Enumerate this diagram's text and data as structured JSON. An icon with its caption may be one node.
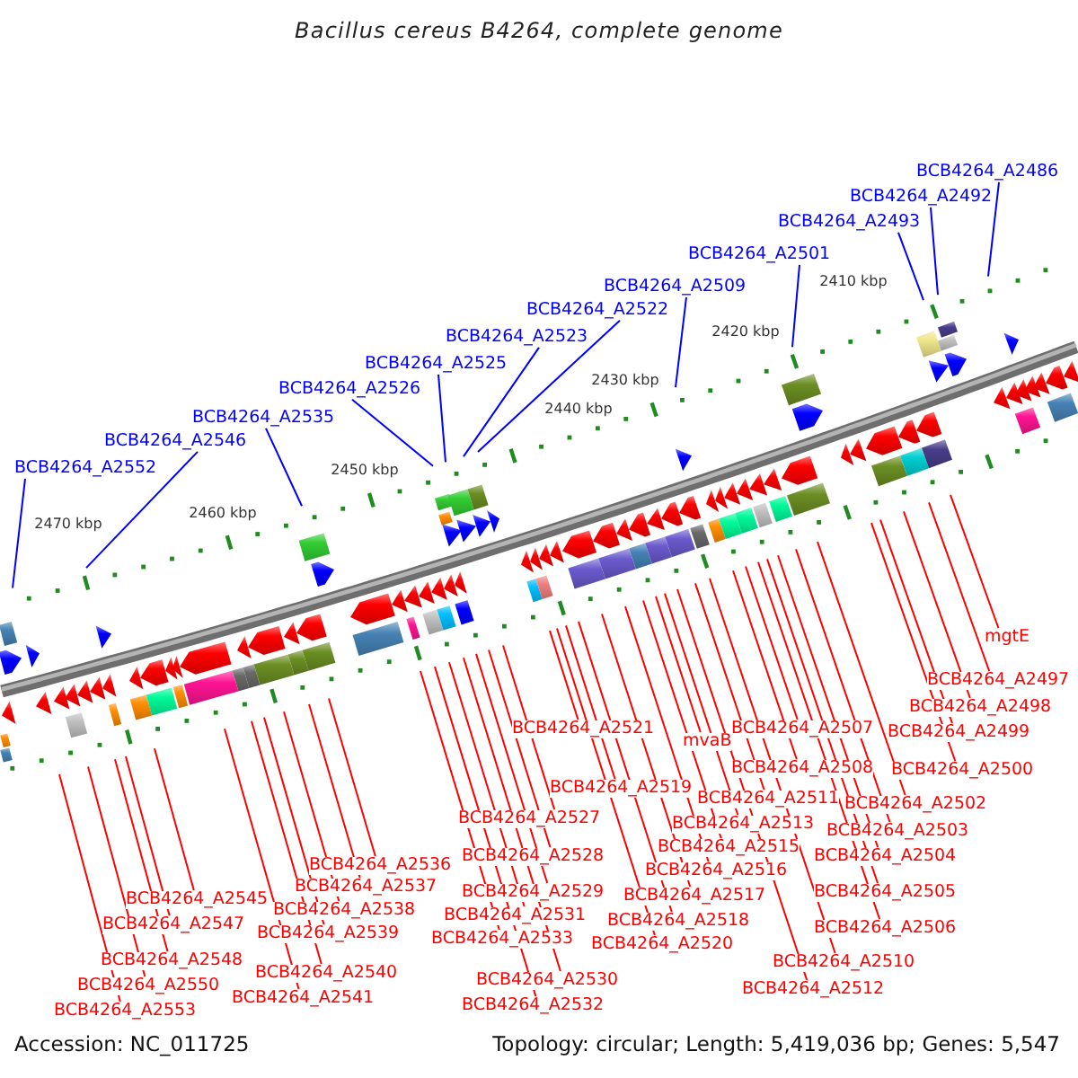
{
  "diagram": {
    "title": "Bacillus cereus B4264, complete genome",
    "nodes": [
      {
        "text": [
          "BCB4264_A2486"
        ]
      },
      {
        "text": [
          "BCB4264_A2492"
        ]
      },
      {
        "text": [
          "BCB4264_A2493"
        ]
      },
      {
        "text": [
          "BCB4264_A2501"
        ]
      },
      {
        "text": [
          "BCB4264_A2509"
        ]
      },
      {
        "text": [
          "BCB4264_A2522"
        ]
      },
      {
        "text": [
          "BCB4264_A2523"
        ]
      },
      {
        "text": [
          "BCB4264_A2525"
        ]
      },
      {
        "text": [
          "BCB4264_A2526"
        ]
      },
      {
        "text": [
          "BCB4264_A2535"
        ]
      },
      {
        "text": [
          "BCB4264_A2546"
        ]
      },
      {
        "text": [
          "BCB4264_A2552"
        ]
      },
      {
        "text": [
          "mgtE"
        ]
      },
      {
        "text": [
          "BCB4264_A2497"
        ]
      },
      {
        "text": [
          "BCB4264_A2498"
        ]
      },
      {
        "text": [
          "BCB4264_A2521"
        ]
      },
      {
        "text": [
          "BCB4264_A2507"
        ]
      },
      {
        "text": [
          "BCB4264_A2499"
        ]
      },
      {
        "text": [
          "mvaB"
        ]
      },
      {
        "text": [
          "BCB4264_A2508"
        ]
      },
      {
        "text": [
          "BCB4264_A2500"
        ]
      },
      {
        "text": [
          "BCB4264_A2519"
        ]
      },
      {
        "text": [
          "BCB4264_A2511"
        ]
      },
      {
        "text": [
          "BCB4264_A2502"
        ]
      },
      {
        "text": [
          "BCB4264_A2527"
        ]
      },
      {
        "text": [
          "BCB4264_A2513"
        ]
      },
      {
        "text": [
          "BCB4264_A2503"
        ]
      },
      {
        "text": [
          "BCB4264_A2515"
        ]
      },
      {
        "text": [
          "BCB4264_A2528"
        ]
      },
      {
        "text": [
          "BCB4264_A2504"
        ]
      },
      {
        "text": [
          "BCB4264_A2536"
        ]
      },
      {
        "text": [
          "BCB4264_A2516"
        ]
      },
      {
        "text": [
          "BCB4264_A2537"
        ]
      },
      {
        "text": [
          "BCB4264_A2529"
        ]
      },
      {
        "text": [
          "BCB4264_A2505"
        ]
      },
      {
        "text": [
          "BCB4264_A2517"
        ]
      },
      {
        "text": [
          "BCB4264_A2545"
        ]
      },
      {
        "text": [
          "BCB4264_A2538"
        ]
      },
      {
        "text": [
          "BCB4264_A2531"
        ]
      },
      {
        "text": [
          "BCB4264_A2518"
        ]
      },
      {
        "text": [
          "BCB4264_A2547"
        ]
      },
      {
        "text": [
          "BCB4264_A2506"
        ]
      },
      {
        "text": [
          "BCB4264_A2539"
        ]
      },
      {
        "text": [
          "BCB4264_A2533"
        ]
      },
      {
        "text": [
          "BCB4264_A2520"
        ]
      },
      {
        "text": [
          "BCB4264_A2548"
        ]
      },
      {
        "text": [
          "BCB4264_A2510"
        ]
      },
      {
        "text": [
          "BCB4264_A2540"
        ]
      },
      {
        "text": [
          "BCB4264_A2530"
        ]
      },
      {
        "text": [
          "BCB4264_A2550"
        ]
      },
      {
        "text": [
          "BCB4264_A2512"
        ]
      },
      {
        "text": [
          "BCB4264_A2541"
        ]
      },
      {
        "text": [
          "BCB4264_A2532"
        ]
      },
      {
        "text": [
          "BCB4264_A2553"
        ]
      }
    ],
    "edges": [
      {
        "from": 0,
        "to": null,
        "arrow": "none",
        "color": "#0000ff"
      },
      {
        "from": 1,
        "to": null,
        "arrow": "none",
        "color": "#0000ff"
      },
      {
        "from": 2,
        "to": null,
        "arrow": "none",
        "color": "#0000ff"
      },
      {
        "from": 3,
        "to": null,
        "arrow": "none",
        "color": "#0000ff"
      },
      {
        "from": 4,
        "to": null,
        "arrow": "none",
        "color": "#0000ff"
      },
      {
        "from": 5,
        "to": null,
        "arrow": "none",
        "color": "#0000ff"
      },
      {
        "from": 6,
        "to": null,
        "arrow": "none",
        "color": "#0000ff"
      },
      {
        "from": 7,
        "to": null,
        "arrow": "none",
        "color": "#0000ff"
      },
      {
        "from": 8,
        "to": null,
        "arrow": "none",
        "color": "#0000ff"
      },
      {
        "from": 9,
        "to": null,
        "arrow": "none",
        "color": "#0000ff"
      },
      {
        "from": 10,
        "to": null,
        "arrow": "none",
        "color": "#0000ff"
      },
      {
        "from": 11,
        "to": null,
        "arrow": "none",
        "color": "#0000ff"
      },
      {
        "from": 12,
        "to": null,
        "arrow": "none"
      },
      {
        "from": 13,
        "to": null,
        "arrow": "none"
      },
      {
        "from": 14,
        "to": null,
        "arrow": "none"
      },
      {
        "from": 15,
        "to": null,
        "arrow": "none"
      },
      {
        "from": 16,
        "to": null,
        "arrow": "none"
      },
      {
        "from": 17,
        "to": null,
        "arrow": "none"
      },
      {
        "from": 18,
        "to": null,
        "arrow": "none"
      },
      {
        "from": 19,
        "to": null,
        "arrow": "none"
      },
      {
        "from": 20,
        "to": null,
        "arrow": "none"
      },
      {
        "from": 21,
        "to": null,
        "arrow": "none"
      },
      {
        "from": 22,
        "to": null,
        "arrow": "none"
      },
      {
        "from": 23,
        "to": null,
        "arrow": "none"
      },
      {
        "from": 24,
        "to": null,
        "arrow": "none"
      },
      {
        "from": 25,
        "to": null,
        "arrow": "none"
      },
      {
        "from": 26,
        "to": null,
        "arrow": "none"
      },
      {
        "from": 27,
        "to": null,
        "arrow": "none"
      },
      {
        "from": 28,
        "to": null,
        "arrow": "none"
      },
      {
        "from": 29,
        "to": null,
        "arrow": "none"
      },
      {
        "from": 30,
        "to": null,
        "arrow": "none"
      },
      {
        "from": 31,
        "to": null,
        "arrow": "none"
      },
      {
        "from": 32,
        "to": null,
        "arrow": "none"
      },
      {
        "from": 33,
        "to": null,
        "arrow": "none"
      },
      {
        "from": 34,
        "to": null,
        "arrow": "none"
      },
      {
        "from": 35,
        "to": null,
        "arrow": "none"
      },
      {
        "from": 36,
        "to": null,
        "arrow": "none"
      },
      {
        "from": 37,
        "to": null,
        "arrow": "none"
      },
      {
        "from": 38,
        "to": null,
        "arrow": "none"
      },
      {
        "from": 39,
        "to": null,
        "arrow": "none"
      },
      {
        "from": 40,
        "to": null,
        "arrow": "none"
      },
      {
        "from": 41,
        "to": null,
        "arrow": "none"
      },
      {
        "from": 42,
        "to": null,
        "arrow": "none"
      },
      {
        "from": 43,
        "to": null,
        "arrow": "none"
      },
      {
        "from": 44,
        "to": null,
        "arrow": "none"
      },
      {
        "from": 45,
        "to": null,
        "arrow": "none"
      },
      {
        "from": 46,
        "to": null,
        "arrow": "none"
      },
      {
        "from": 47,
        "to": null,
        "arrow": "none"
      },
      {
        "from": 48,
        "to": null,
        "arrow": "none"
      },
      {
        "from": 49,
        "to": null,
        "arrow": "none"
      },
      {
        "from": 50,
        "to": null,
        "arrow": "none"
      },
      {
        "from": 51,
        "to": null,
        "arrow": "none"
      },
      {
        "from": 52,
        "to": null,
        "arrow": "none"
      },
      {
        "from": 53,
        "to": null,
        "arrow": "none"
      }
    ],
    "labels": [
      "2410 kbp",
      "2420 kbp",
      "2430 kbp",
      "2440 kbp",
      "2450 kbp",
      "2460 kbp",
      "2470 kbp",
      "Accession: NC_011725",
      "Topology: circular; Length: 5,419,036 bp; Genes: 5,547"
    ]
  }
}
